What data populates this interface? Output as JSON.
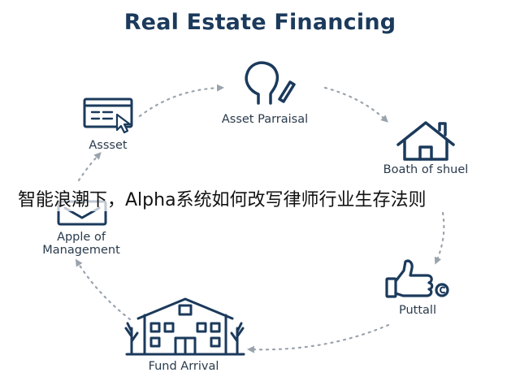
{
  "title": "Real Estate Financing",
  "overlay_text": "智能浪潮下，Alpha系统如何改写律师行业生存法则",
  "colors": {
    "primary": "#1b3a5c",
    "arrow": "#9aa3ad",
    "text": "#2a3b4c"
  },
  "nodes": [
    {
      "id": "asset-parraisal",
      "label": "Asset Parraisal",
      "icon": "person-pen-icon"
    },
    {
      "id": "boath-of-shuel",
      "label": "Boath of shuel",
      "icon": "house-icon"
    },
    {
      "id": "puttall",
      "label": "Puttall",
      "icon": "thumbs-up-icon"
    },
    {
      "id": "fund-arrival",
      "label": "Fund Arrival",
      "icon": "building-icon"
    },
    {
      "id": "apple-of-management",
      "label": "Apple of\nManagement",
      "icon": "tray-icon"
    },
    {
      "id": "assset",
      "label": "Assset",
      "icon": "document-cursor-icon"
    }
  ]
}
